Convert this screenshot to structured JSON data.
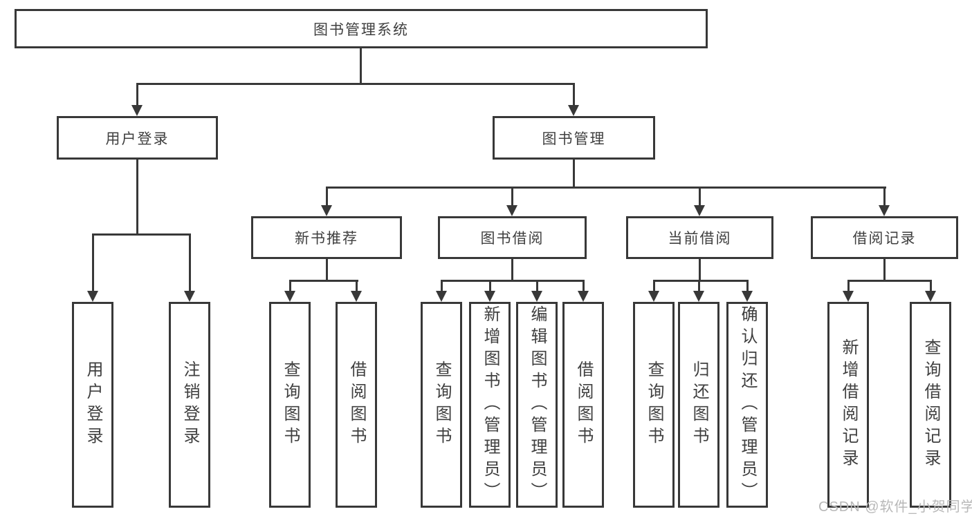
{
  "title": "图书管理系统",
  "tree": {
    "label": "图书管理系统",
    "children": [
      {
        "label": "用户登录",
        "children": [
          {
            "label": "用户登录"
          },
          {
            "label": "注销登录"
          }
        ]
      },
      {
        "label": "图书管理",
        "children": [
          {
            "label": "新书推荐",
            "children": [
              {
                "label": "查询图书"
              },
              {
                "label": "借阅图书"
              }
            ]
          },
          {
            "label": "图书借阅",
            "children": [
              {
                "label": "查询图书"
              },
              {
                "label": "新增图书（管理员）"
              },
              {
                "label": "编辑图书（管理员）"
              },
              {
                "label": "借阅图书"
              }
            ]
          },
          {
            "label": "当前借阅",
            "children": [
              {
                "label": "查询图书"
              },
              {
                "label": "归还图书"
              },
              {
                "label": "确认归还（管理员）"
              }
            ]
          },
          {
            "label": "借阅记录",
            "children": [
              {
                "label": "新增借阅记录"
              },
              {
                "label": "查询借阅记录"
              }
            ]
          }
        ]
      }
    ]
  },
  "watermark": "CSDN @软件_小贺同学",
  "colors": {
    "line": "#383838",
    "box_border": "#383838",
    "text": "#3f3f3f",
    "watermark": "#b8b8b8",
    "background": "#ffffff"
  }
}
